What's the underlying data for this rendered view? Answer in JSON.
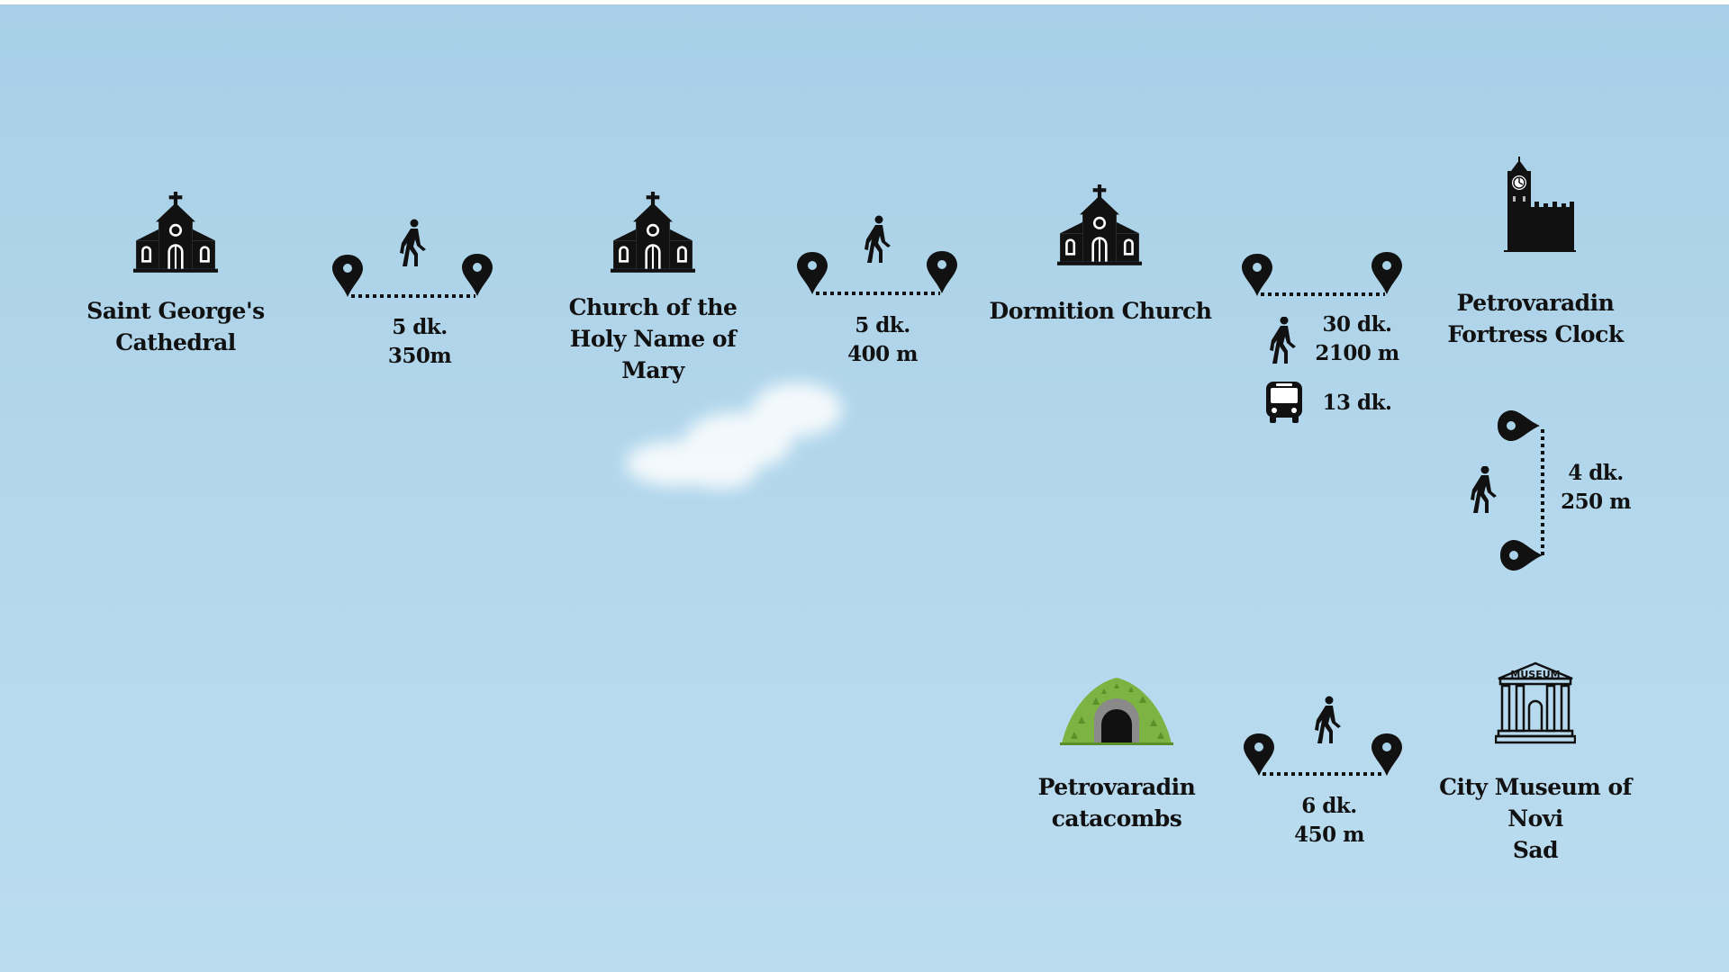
{
  "places": {
    "saint_george": "Saint George's\nCathedral",
    "holy_name": "Church of the\nHoly Name of\nMary",
    "dormition": "Dormition Church",
    "fortress_clock": "Petrovaradin\nFortress Clock",
    "catacombs": "Petrovaradin\ncatacombs",
    "city_museum": "City Museum of Novi\nSad"
  },
  "routes": {
    "r1": "5 dk.\n350m",
    "r2": "5 dk.\n400 m",
    "r3_walk": "30 dk.\n2100 m",
    "r3_bus": "13 dk.",
    "r4": "4  dk.\n250 m",
    "r5": "6 dk.\n450 m"
  },
  "icons": {
    "museum_sign": "MUSEUM"
  },
  "colors": {
    "sky_top": "#a7cfe7",
    "sky_bottom": "#bbdcef",
    "icon": "#111111",
    "hill_green": "#7cb342"
  }
}
